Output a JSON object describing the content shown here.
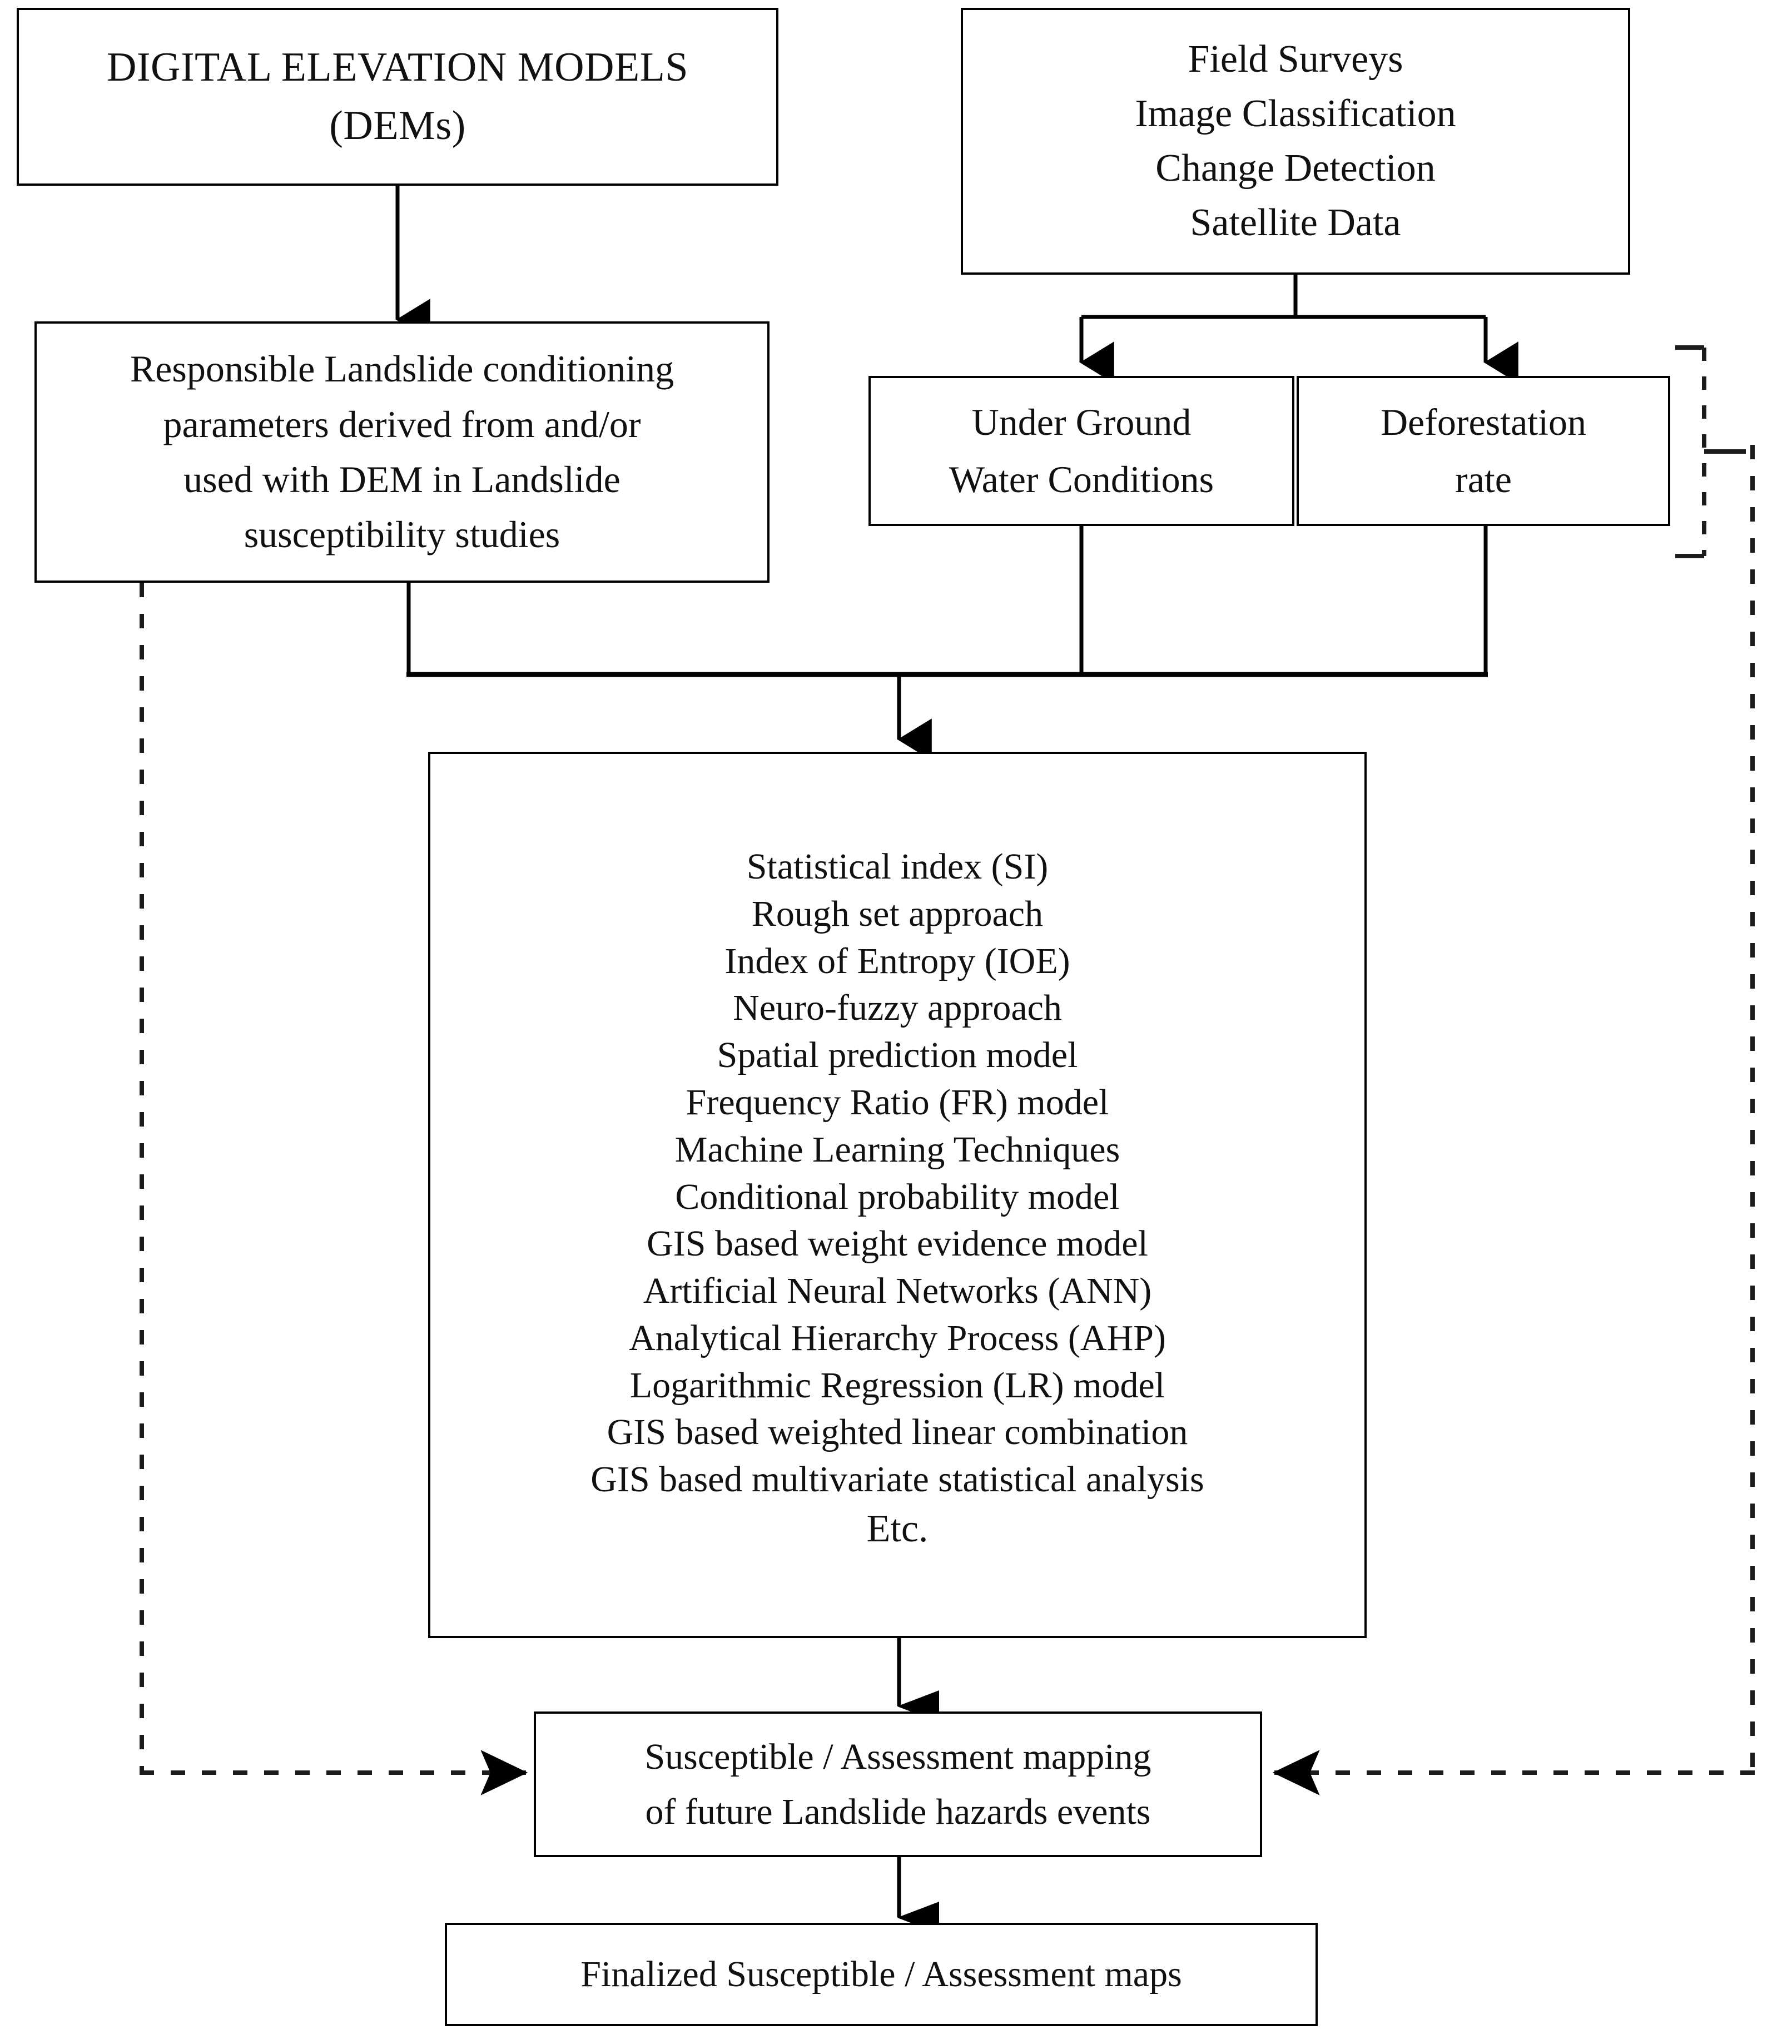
{
  "diagram": {
    "title": "Landslide susceptibility assessment workflow",
    "type": "flowchart",
    "stroke_color": "#000000",
    "background_color": "#ffffff",
    "solid_edge_color": "#000000",
    "dashed_edge_color": "#222222"
  },
  "nodes": {
    "dem": {
      "lines": [
        "DIGITAL  ELEVATION  MODELS",
        "(DEMs)"
      ]
    },
    "field_sources": {
      "lines": [
        "Field Surveys",
        "Image Classification",
        "Change Detection",
        "Satellite Data"
      ]
    },
    "conditioning_parameters": {
      "lines": [
        "Responsible Landslide conditioning",
        "parameters derived  from  and/or",
        "used with DEM  in Landslide",
        "susceptibility studies"
      ]
    },
    "ground_water": {
      "lines": [
        "Under Ground",
        "Water Conditions"
      ]
    },
    "deforestation": {
      "lines": [
        "Deforestation",
        "rate"
      ]
    },
    "methods": {
      "lines": [
        "Statistical index (SI)",
        "Rough set approach",
        "Index of Entropy (IOE)",
        "Neuro-fuzzy approach",
        "Spatial prediction model",
        "Frequency Ratio (FR) model",
        "Machine Learning Techniques",
        "Conditional probability model",
        "GIS based weight evidence model",
        "Artificial Neural Networks (ANN)",
        "Analytical Hierarchy Process (AHP)",
        "Logarithmic Regression (LR) model",
        "GIS based weighted linear combination",
        "GIS based multivariate statistical analysis",
        "Etc."
      ]
    },
    "susceptibility_mapping": {
      "lines": [
        "Susceptible / Assessment mapping",
        "of future Landslide hazards events"
      ]
    },
    "final_maps": {
      "lines": [
        "Finalized Susceptible / Assessment maps"
      ]
    }
  },
  "edges": [
    {
      "id": "dem-to-params",
      "from": "dem",
      "to": "conditioning_parameters",
      "style": "solid",
      "arrow": true
    },
    {
      "id": "field-to-water",
      "from": "field_sources",
      "to": "ground_water",
      "style": "solid",
      "arrow": true
    },
    {
      "id": "field-to-deforestation",
      "from": "field_sources",
      "to": "deforestation",
      "style": "solid",
      "arrow": true
    },
    {
      "id": "params-to-methods",
      "from": "conditioning_parameters",
      "to": "methods",
      "style": "solid",
      "arrow": true
    },
    {
      "id": "water-to-methods",
      "from": "ground_water",
      "to": "methods",
      "style": "solid",
      "arrow": true
    },
    {
      "id": "deforestation-to-methods",
      "from": "deforestation",
      "to": "methods",
      "style": "solid",
      "arrow": true
    },
    {
      "id": "methods-to-mapping",
      "from": "methods",
      "to": "susceptibility_mapping",
      "style": "solid",
      "arrow": true
    },
    {
      "id": "mapping-to-final",
      "from": "susceptibility_mapping",
      "to": "final_maps",
      "style": "solid",
      "arrow": true
    },
    {
      "id": "params-feedback",
      "from": "conditioning_parameters",
      "to": "susceptibility_mapping",
      "style": "dashed",
      "arrow": true
    },
    {
      "id": "deforestation-feedback",
      "from": "deforestation",
      "to": "susceptibility_mapping",
      "style": "dashed",
      "arrow": true
    },
    {
      "id": "water-feedback",
      "from": "ground_water",
      "to": "susceptibility_mapping",
      "style": "dashed",
      "arrow": true
    }
  ]
}
